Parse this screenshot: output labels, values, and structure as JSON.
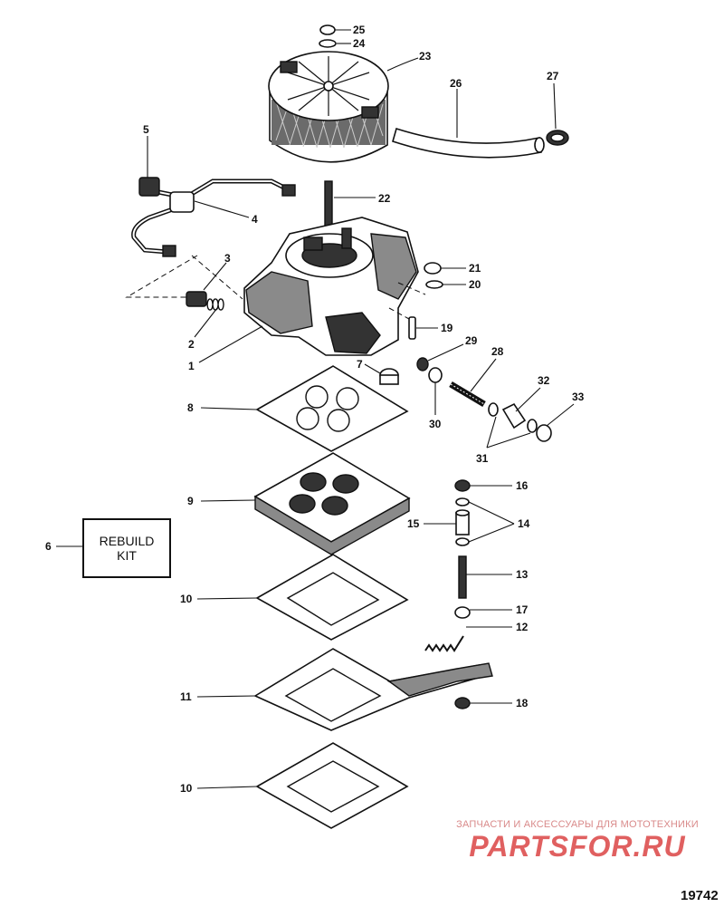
{
  "callouts": [
    {
      "id": "c1",
      "label": "1"
    },
    {
      "id": "c2",
      "label": "2"
    },
    {
      "id": "c3",
      "label": "3"
    },
    {
      "id": "c4",
      "label": "4"
    },
    {
      "id": "c5",
      "label": "5"
    },
    {
      "id": "c6",
      "label": "6"
    },
    {
      "id": "c7",
      "label": "7"
    },
    {
      "id": "c8",
      "label": "8"
    },
    {
      "id": "c9",
      "label": "9"
    },
    {
      "id": "c10a",
      "label": "10"
    },
    {
      "id": "c10b",
      "label": "10"
    },
    {
      "id": "c11",
      "label": "11"
    },
    {
      "id": "c12",
      "label": "12"
    },
    {
      "id": "c13",
      "label": "13"
    },
    {
      "id": "c14",
      "label": "14"
    },
    {
      "id": "c15",
      "label": "15"
    },
    {
      "id": "c16",
      "label": "16"
    },
    {
      "id": "c17",
      "label": "17"
    },
    {
      "id": "c18",
      "label": "18"
    },
    {
      "id": "c19",
      "label": "19"
    },
    {
      "id": "c20",
      "label": "20"
    },
    {
      "id": "c21",
      "label": "21"
    },
    {
      "id": "c22",
      "label": "22"
    },
    {
      "id": "c23",
      "label": "23"
    },
    {
      "id": "c24",
      "label": "24"
    },
    {
      "id": "c25",
      "label": "25"
    },
    {
      "id": "c26",
      "label": "26"
    },
    {
      "id": "c27",
      "label": "27"
    },
    {
      "id": "c28",
      "label": "28"
    },
    {
      "id": "c29",
      "label": "29"
    },
    {
      "id": "c30",
      "label": "30"
    },
    {
      "id": "c31",
      "label": "31"
    },
    {
      "id": "c32",
      "label": "32"
    },
    {
      "id": "c33",
      "label": "33"
    }
  ],
  "rebuild_kit": {
    "line1": "REBUILD",
    "line2": "KIT"
  },
  "watermark": {
    "tagline": "ЗАПЧАСТИ И АКСЕССУАРЫ ДЛЯ МОТОТЕХНИКИ",
    "brand": "PARTSFOR.RU"
  },
  "figure_number": "19742"
}
